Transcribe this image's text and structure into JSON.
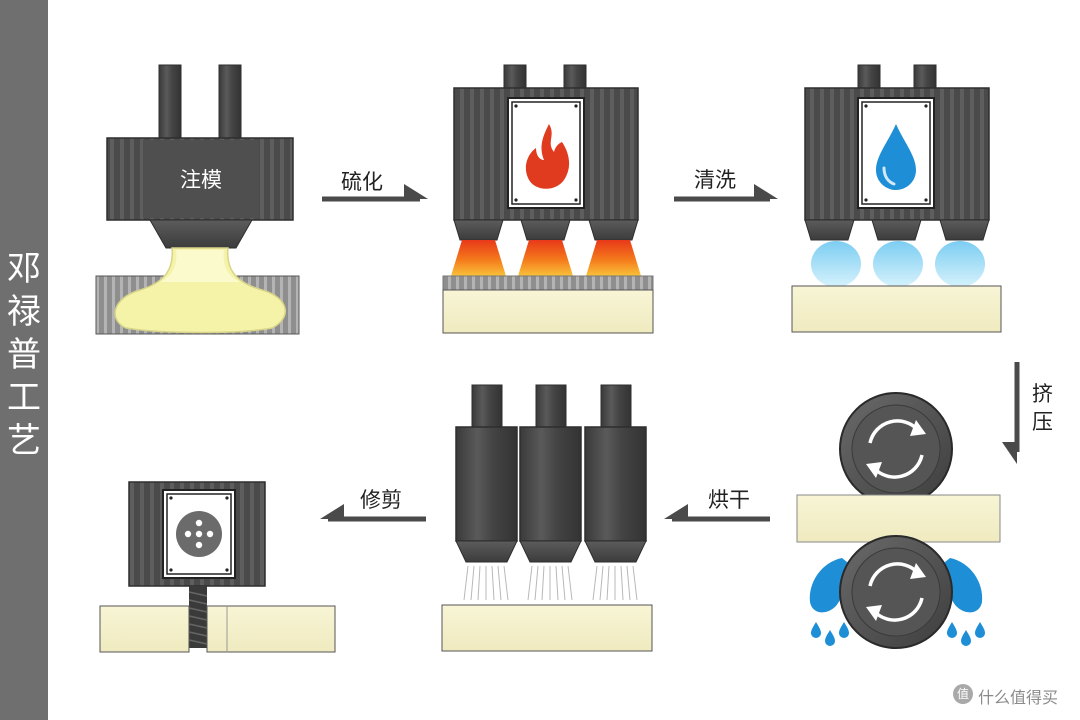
{
  "sidebar": {
    "title_chars": [
      "邓",
      "禄",
      "普",
      "工",
      "艺"
    ]
  },
  "steps": {
    "injection_label": "注模",
    "vulcanize_label": "硫化",
    "wash_label": "清洗",
    "squeeze_label": "挤压",
    "dry_label": "烘干",
    "trim_label": "修剪"
  },
  "watermark": {
    "text": "什么值得买",
    "icon": "value-icon",
    "icon_glyph": "值"
  },
  "colors": {
    "sidebar_bg": "#6f6f6f",
    "machine_dark": "#4a4a4a",
    "foam": "#f5f1c8",
    "flame_red": "#e03b1f",
    "flame_orange": "#f59b1d",
    "water_blue": "#1e8fd6",
    "water_light": "#8fd6f5",
    "arrow": "#4a4a4a"
  }
}
